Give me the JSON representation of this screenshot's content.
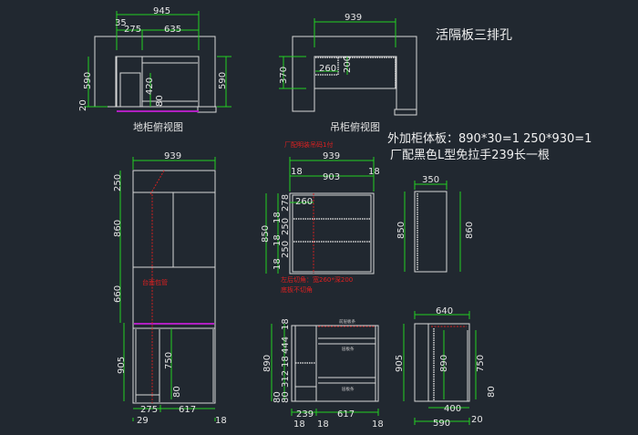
{
  "colors": {
    "background": "#212830",
    "dimension": "#22d022",
    "outline": "#d8d8d8",
    "note": "#e02020",
    "countertop": "#b020c0"
  },
  "titles": {
    "floor_plan": "地柜俯视图",
    "wall_plan": "吊柜俯视图"
  },
  "notes": {
    "shelf_holes": "活隔板三排孔",
    "extra_panels": "外加柜体板：890*30=1  250*930=1",
    "handle": "厂配黑色L型免拉手239长一根",
    "hanger": "厂配明装吊码1付",
    "corner_cut": "左后切角：宽260*深200",
    "bottom_no_cut": "底板不切角",
    "countertop_wrap": "台面包管",
    "shelf_strip": "前层板条",
    "shelf_a": "层板条",
    "shelf_b": "层板条"
  },
  "dims": {
    "fp_945": "945",
    "fp_35": "35",
    "fp_275": "275",
    "fp_635": "635",
    "fp_590l": "590",
    "fp_590r": "590",
    "fp_20": "20",
    "fp_420": "420",
    "fp_80": "80",
    "wp_939": "939",
    "wp_370": "370",
    "wp_260": "260",
    "wp_200": "200",
    "te_939": "939",
    "te_250": "250",
    "te_860": "860",
    "te_660": "660",
    "te_905": "905",
    "te_750": "750",
    "te_80": "80",
    "te_275": "275",
    "te_617": "617",
    "te_29": "29",
    "te_18": "18",
    "he_939": "939",
    "he_903": "903",
    "he_18l": "18",
    "he_18r": "18",
    "he_850": "850",
    "he_278": "278",
    "he_18a": "18",
    "he_250a": "250",
    "he_18b": "18",
    "he_250b": "250",
    "he_18c": "18",
    "he_260": "260",
    "sv_350": "350",
    "sv_850": "850",
    "sv_860": "860",
    "be_890": "890",
    "be_18a": "18",
    "be_444": "444",
    "be_18b": "18",
    "be_312": "312",
    "be_80a": "80",
    "be_80b": "80",
    "be_239": "239",
    "be_617": "617",
    "be_18l": "18",
    "be_18m": "18",
    "be_18r": "18",
    "bs_640": "640",
    "bs_905": "905",
    "bs_890": "890",
    "bs_750": "750",
    "bs_80": "80",
    "bs_400": "400",
    "bs_590": "590",
    "bs_20": "20"
  }
}
